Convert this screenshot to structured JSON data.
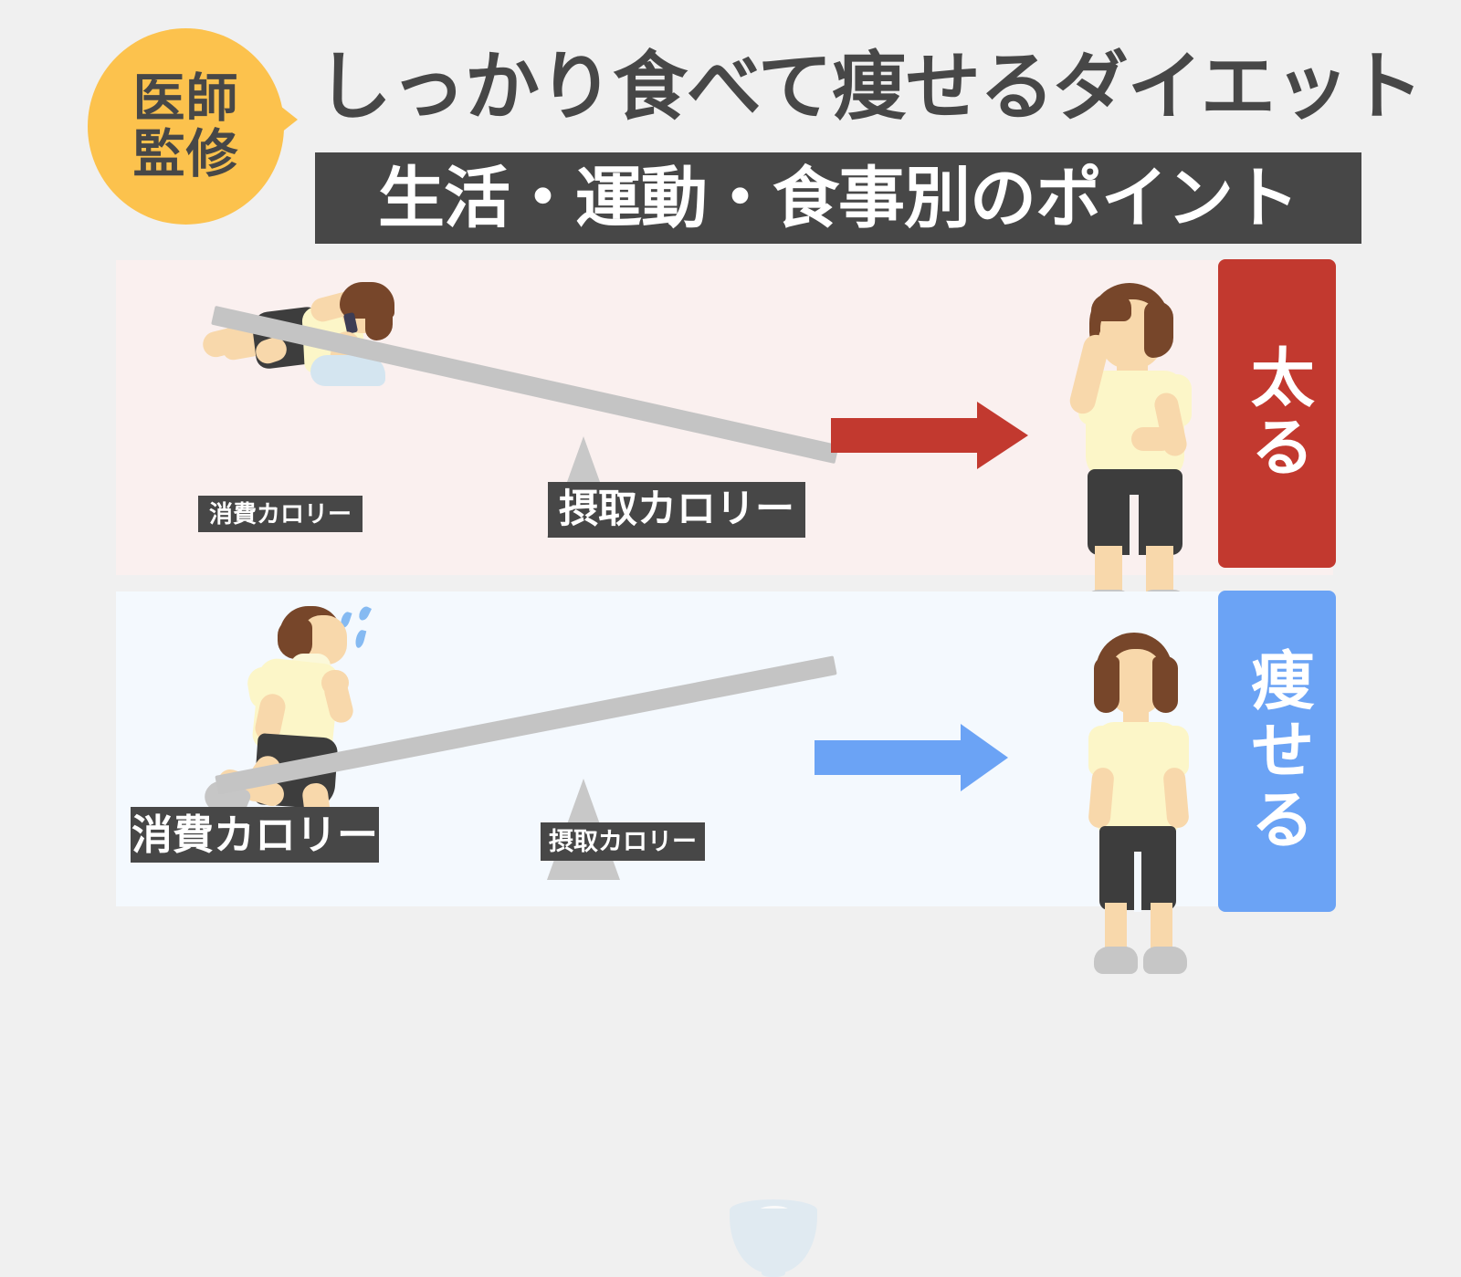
{
  "header": {
    "badge": {
      "name": "doctor-supervised-badge",
      "line1": "医師",
      "line2": "監修"
    },
    "title_line1": "しっかり食べて痩せるダイエット",
    "subtitle": "生活・運動・食事別のポイント"
  },
  "panels": [
    {
      "id": "gain",
      "background_color": "#faf0ef",
      "result_label": "太る",
      "result_color": "#c2392f",
      "arrow_color": "#c2392f",
      "burn_label": "消費カロリー",
      "intake_label": "摂取カロリー",
      "burn_emphasis": "small",
      "intake_emphasis": "large",
      "seesaw_tilt": "down-right",
      "left_figure": "person-lying-down",
      "right_figure": "person-overweight-standing",
      "food_icon": "rice-bowl"
    },
    {
      "id": "lose",
      "background_color": "#f4f9fe",
      "result_label": "痩せる",
      "result_color": "#6ba3f5",
      "arrow_color": "#6ba3f5",
      "burn_label": "消費カロリー",
      "intake_label": "摂取カロリー",
      "burn_emphasis": "large",
      "intake_emphasis": "small",
      "seesaw_tilt": "down-left",
      "left_figure": "person-running",
      "right_figure": "person-slim-standing",
      "food_icon": "rice-bowl"
    }
  ],
  "colors": {
    "page_background": "#f0f0f0",
    "badge_yellow": "#fcc24d",
    "dark_gray": "#474747",
    "red": "#c2392f",
    "blue": "#6ba3f5",
    "seesaw_gray": "#c4c4c4",
    "skin": "#f8d8ab",
    "hair": "#77462a",
    "shirt": "#fcf6c8",
    "shorts": "#3d3d3d",
    "shoe": "#c6c6c6",
    "bowl": "#dbe8f2"
  }
}
